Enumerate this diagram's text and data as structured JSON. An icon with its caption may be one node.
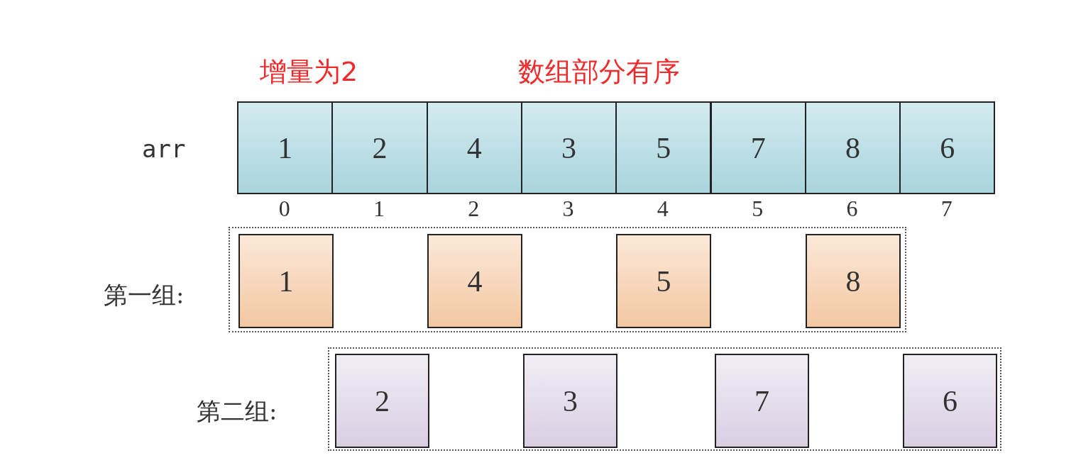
{
  "diagram": {
    "nodes": [
      {
        "text": [
          "1"
        ]
      },
      {
        "text": [
          "2"
        ]
      },
      {
        "text": [
          "4"
        ]
      },
      {
        "text": [
          "3"
        ]
      },
      {
        "text": [
          "5"
        ]
      },
      {
        "text": [
          "7"
        ]
      },
      {
        "text": [
          "8"
        ]
      },
      {
        "text": [
          "6"
        ]
      },
      {
        "text": [
          "第一组:"
        ]
      },
      {
        "text": [
          "1"
        ],
        "in": 8
      },
      {
        "text": [
          "4"
        ],
        "in": 8
      },
      {
        "text": [
          "5"
        ],
        "in": 8
      },
      {
        "text": [
          "8"
        ],
        "in": 8
      },
      {
        "text": [
          "第二组:"
        ]
      },
      {
        "text": [
          "2"
        ],
        "in": 13
      },
      {
        "text": [
          "3"
        ],
        "in": 13
      },
      {
        "text": [
          "7"
        ],
        "in": 13
      },
      {
        "text": [
          "6"
        ],
        "in": 13
      }
    ],
    "labels": [
      "增量为2",
      "数组部分有序",
      "arr",
      "0",
      "1",
      "2",
      "3",
      "4",
      "5",
      "6",
      "7"
    ]
  }
}
